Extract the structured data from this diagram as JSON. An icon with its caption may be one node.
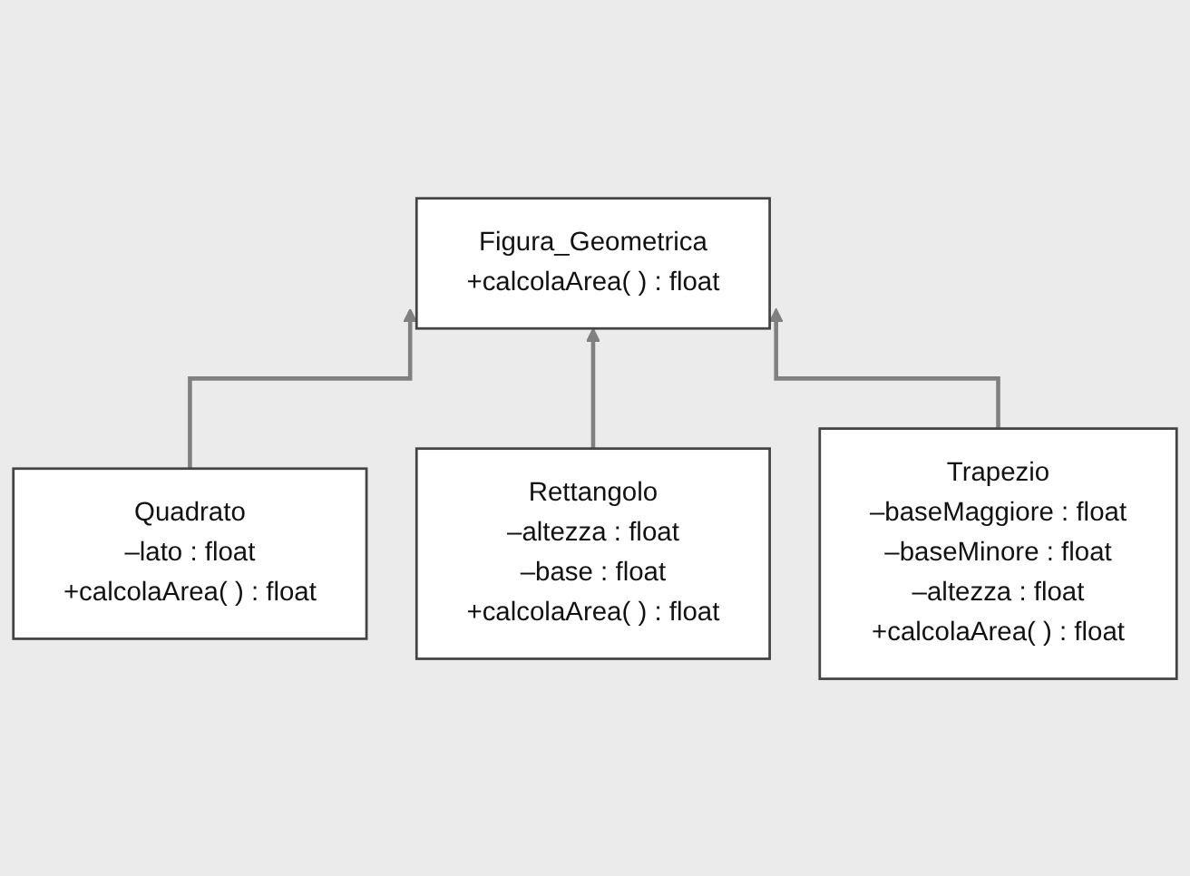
{
  "diagram": {
    "nodes": [
      {
        "text": [
          "Figura_Geometrica",
          "+calcolaArea( ) : float"
        ]
      },
      {
        "text": [
          "Quadrato",
          "–lato : float",
          "+calcolaArea( ) : float"
        ]
      },
      {
        "text": [
          "Rettangolo",
          "–altezza : float",
          "–base : float",
          "+calcolaArea( ) : float"
        ]
      },
      {
        "text": [
          "Trapezio",
          "–baseMaggiore : float",
          "–baseMinore : float",
          "–altezza : float",
          "+calcolaArea( ) : float"
        ]
      }
    ],
    "edges": [
      {
        "from": 1,
        "to": 0,
        "arrow": "to"
      },
      {
        "from": 2,
        "to": 0,
        "arrow": "to"
      },
      {
        "from": 3,
        "to": 0,
        "arrow": "to"
      }
    ]
  }
}
